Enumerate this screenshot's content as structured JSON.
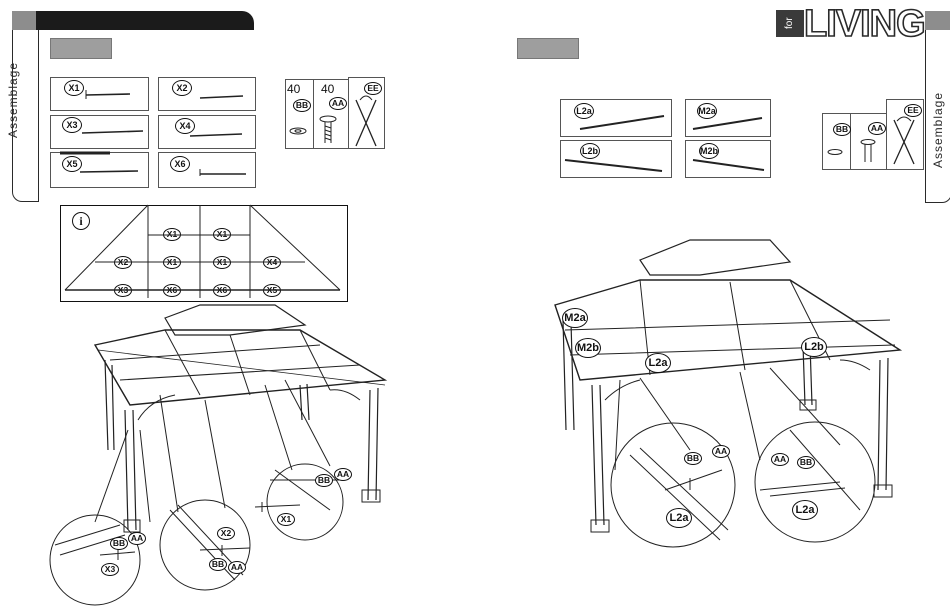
{
  "side_label": "Assemblage",
  "brand": {
    "for": "for",
    "name": "LIVING"
  },
  "left": {
    "parts": [
      "X1",
      "X2",
      "X3",
      "X4",
      "X5",
      "X6"
    ],
    "hardware": {
      "qty_bb": "40",
      "qty_aa": "40",
      "bb": "BB",
      "aa": "AA",
      "ee": "EE"
    },
    "info_symbol": "i",
    "roof_plan": {
      "top_row": [
        "X1",
        "X1"
      ],
      "middle_row": [
        "X2",
        "X1",
        "X1",
        "X4"
      ],
      "bottom_row": [
        "X3",
        "X6",
        "X6",
        "X5"
      ]
    },
    "callouts": {
      "c1": [
        "BB",
        "AA",
        "X3"
      ],
      "c2": [
        "X2",
        "BB",
        "AA"
      ],
      "c3": [
        "BB",
        "AA",
        "X1"
      ]
    }
  },
  "right": {
    "parts": [
      "L2a",
      "M2a",
      "L2b",
      "M2b"
    ],
    "hardware": {
      "bb": "BB",
      "aa": "AA",
      "ee": "EE"
    },
    "frame_labels": [
      "M2a",
      "M2b",
      "L2a",
      "L2b"
    ],
    "callouts": {
      "c1": [
        "AA",
        "BB",
        "L2a"
      ],
      "c2": [
        "AA",
        "BB",
        "L2a"
      ]
    }
  }
}
